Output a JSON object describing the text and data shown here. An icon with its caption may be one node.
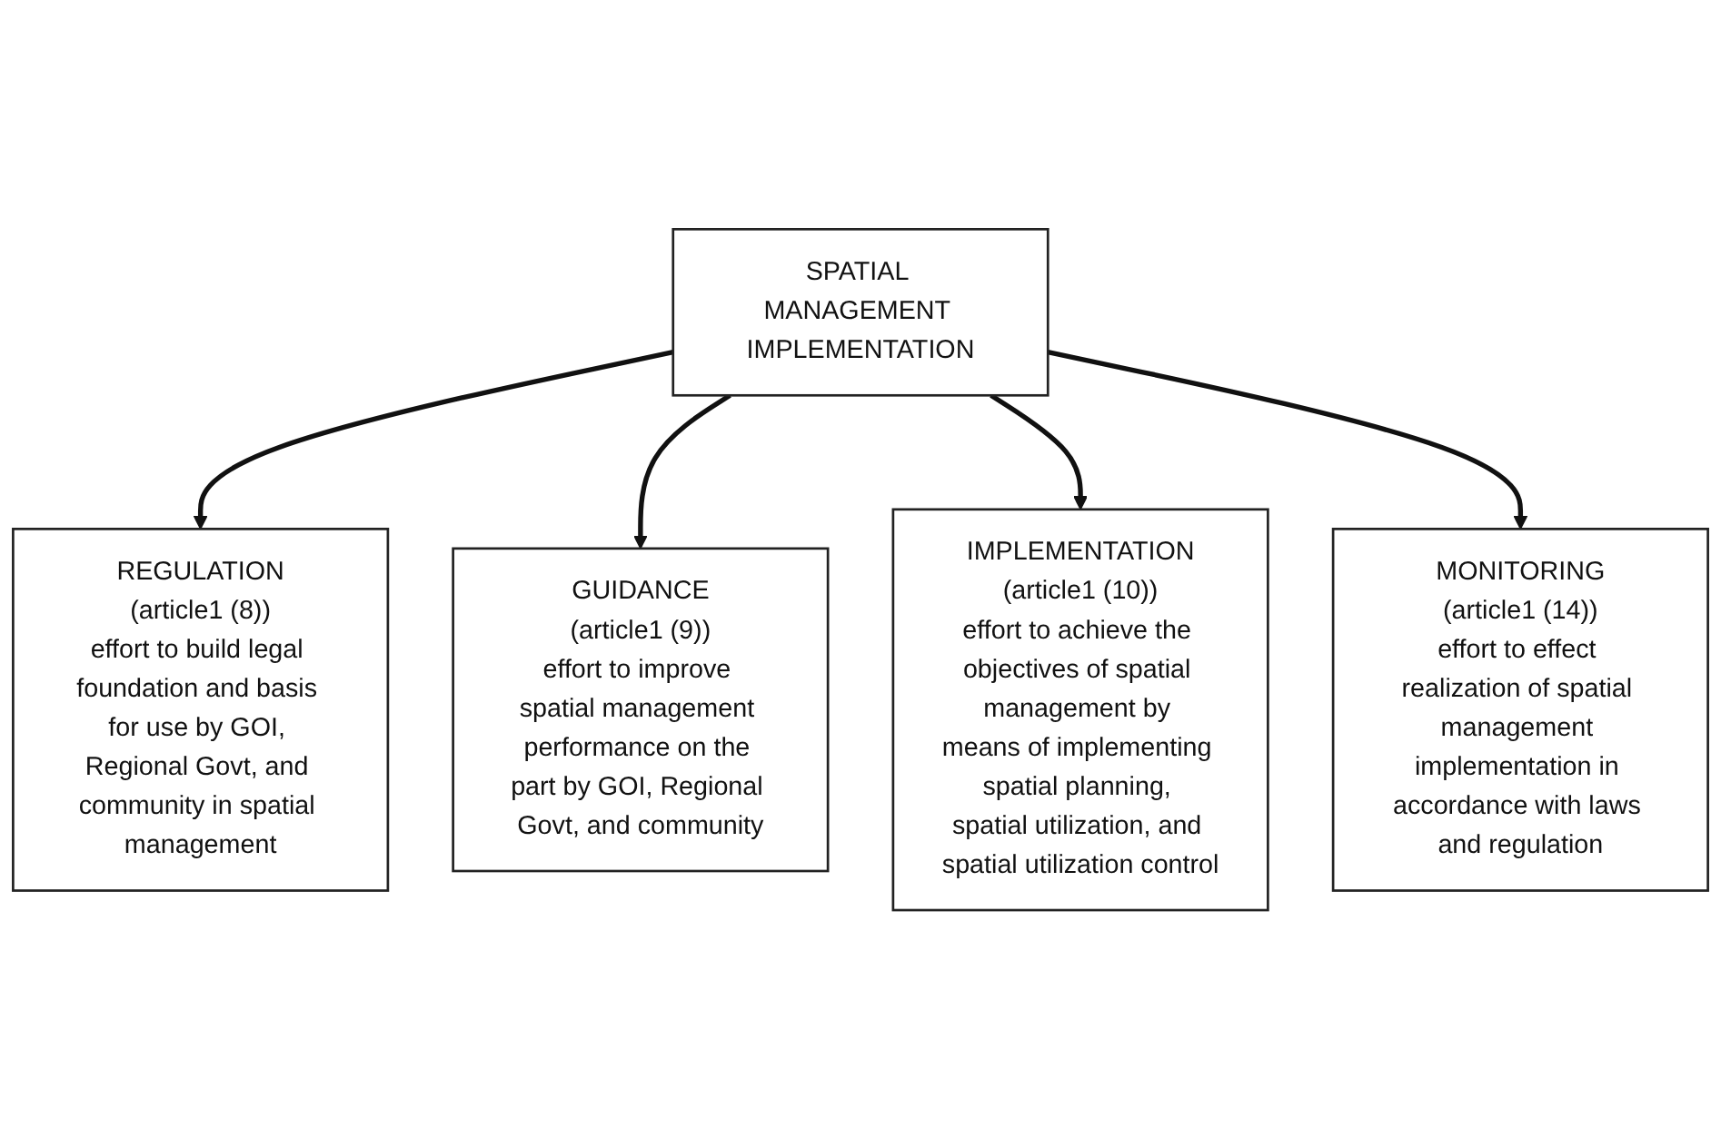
{
  "diagram": {
    "nodes": [
      {
        "text": [
          "SPATIAL MANAGEMENT IMPLEMENTATION"
        ]
      },
      {
        "text": [
          "REGULATION",
          "(article1 (8))",
          "effort to build legal foundation and basis for use by GOI, Regional Govt, and community in spatial management"
        ]
      },
      {
        "text": [
          "GUIDANCE",
          "(article1 (9))",
          "effort to improve spatial management performance on the part by GOI, Regional Govt, and community"
        ]
      },
      {
        "text": [
          "IMPLEMENTATION",
          "(article1 (10))",
          "effort to achieve the objectives of spatial management by means of implementing spatial planning, spatial utilization, and spatial utilization control"
        ]
      },
      {
        "text": [
          "MONITORING",
          "(article1 (14))",
          "effort to effect realization of spatial management implementation in accordance with laws and regulation"
        ]
      }
    ],
    "edges": [
      {
        "from": 0,
        "to": 1,
        "arrow": "to"
      },
      {
        "from": 0,
        "to": 2,
        "arrow": "to"
      },
      {
        "from": 0,
        "to": 3,
        "arrow": "to"
      },
      {
        "from": 0,
        "to": 4,
        "arrow": "to"
      }
    ]
  }
}
